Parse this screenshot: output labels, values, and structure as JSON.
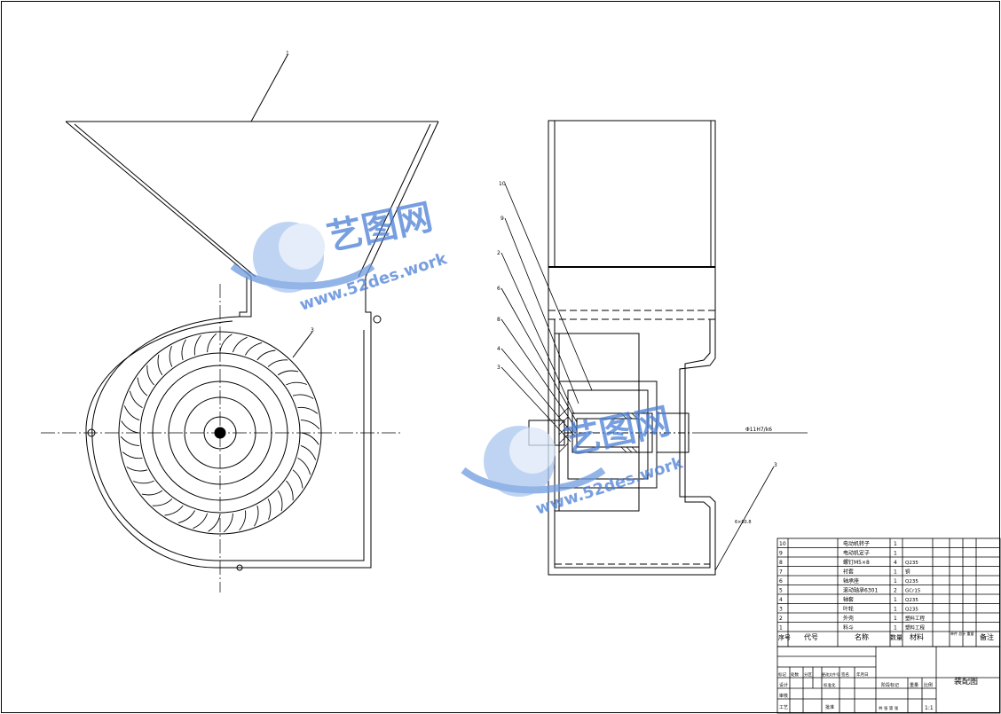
{
  "drawing": {
    "title_block": {
      "drawing_name": "装配图",
      "scale": "1:1",
      "labels": {
        "label_mark": "标记",
        "label_count": "处数",
        "label_zone": "分区",
        "label_change_no": "更改文件号",
        "label_sign": "签名",
        "label_date": "年月日",
        "label_design": "设计",
        "label_standard": "标准化",
        "label_check": "审核",
        "label_process": "工艺",
        "label_approve": "批准",
        "label_stage": "阶段标记",
        "label_weight": "重量",
        "label_scale": "比例",
        "label_sheet": "共  张  第  张"
      }
    },
    "bom": {
      "header": {
        "seq": "序号",
        "code": "代号",
        "name": "名称",
        "qty": "数量",
        "material": "材料",
        "unit_weight": "单件 总计 重量",
        "remark": "备注"
      },
      "rows": [
        {
          "seq": "10",
          "name": "电动机转子",
          "qty": "1",
          "material": ""
        },
        {
          "seq": "9",
          "name": "电动机定子",
          "qty": "1",
          "material": ""
        },
        {
          "seq": "8",
          "name": "螺钉M5×8",
          "qty": "4",
          "material": "Q235"
        },
        {
          "seq": "7",
          "name": "衬套",
          "qty": "1",
          "material": "铜"
        },
        {
          "seq": "6",
          "name": "轴承座",
          "qty": "1",
          "material": "Q235"
        },
        {
          "seq": "5",
          "name": "滚动轴承6301",
          "qty": "2",
          "material": "GCr15"
        },
        {
          "seq": "4",
          "name": "轴套",
          "qty": "1",
          "material": "Q235"
        },
        {
          "seq": "3",
          "name": "叶轮",
          "qty": "1",
          "material": "Q235"
        },
        {
          "seq": "2",
          "name": "外壳",
          "qty": "1",
          "material": "塑料工程"
        },
        {
          "seq": "1",
          "name": "料斗",
          "qty": "1",
          "material": "塑料工程"
        }
      ]
    },
    "leaders": {
      "front": [
        "1",
        "3"
      ],
      "section": [
        "10",
        "9",
        "2",
        "6",
        "8",
        "4",
        "3",
        "3"
      ],
      "dimension_note": "Φ11H7/k6",
      "weld_note": "6×60.8"
    },
    "watermark": {
      "brand": "艺图网",
      "url": "www.52des.work"
    },
    "colors": {
      "line": "#000000",
      "watermark": "#4a7fd6",
      "watermark_light": "#a9c6ee"
    }
  }
}
